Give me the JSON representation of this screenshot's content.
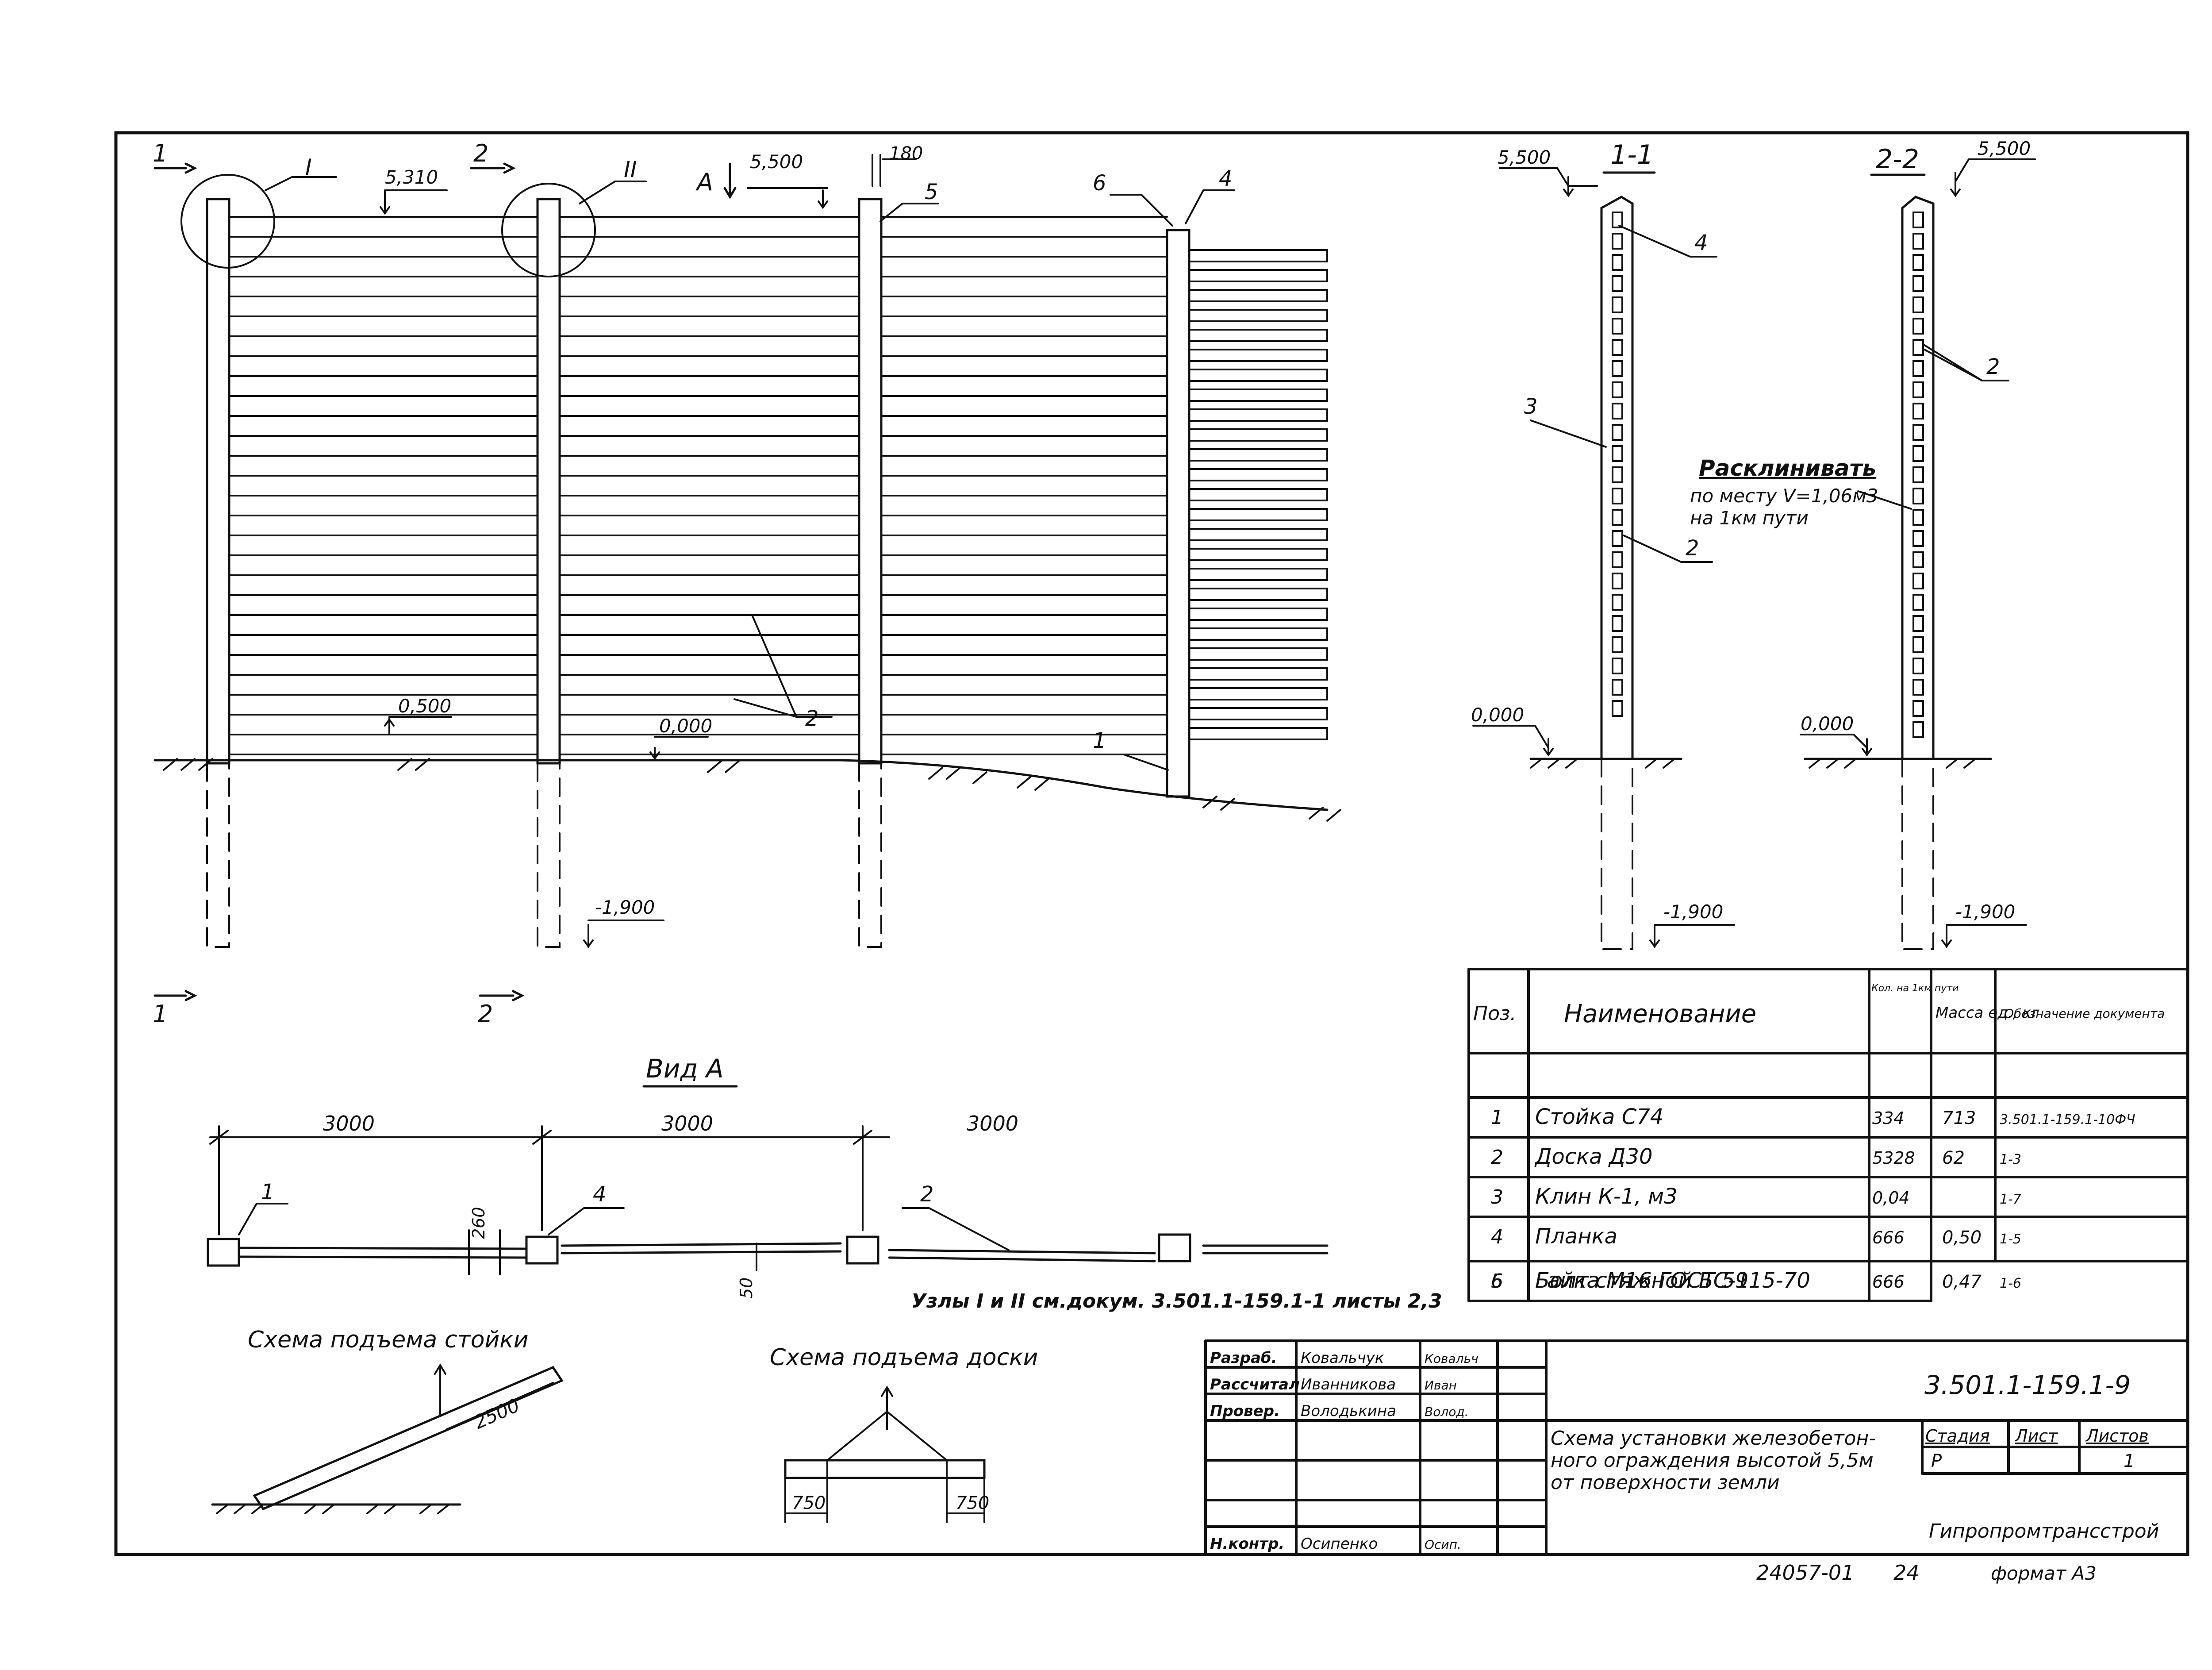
{
  "elevation": {
    "section_1_mark": "1",
    "section_2_mark": "2",
    "node_1_mark": "I",
    "node_2_mark": "II",
    "view_a_mark": "А",
    "level_5310": "5,310",
    "level_5500": "5,500",
    "dim_180": "180",
    "level_0500": "0,500",
    "level_0000": "0,000",
    "level_minus_1900": "-1,900",
    "callouts": [
      "2",
      "5",
      "6",
      "4",
      "1"
    ]
  },
  "section_1_1": {
    "title": "1-1",
    "level_top": "5,500",
    "level_ground": "0,000",
    "level_bottom": "-1,900",
    "callout_4": "4",
    "callout_3": "3",
    "callout_2": "2"
  },
  "section_2_2": {
    "title": "2-2",
    "level_top": "5,500",
    "level_ground": "0,000",
    "level_bottom": "-1,900",
    "callout_2": "2"
  },
  "wedge_note": {
    "title": "Расклинивать",
    "line1": "по месту V=1,06м3",
    "line2": "на 1км пути"
  },
  "view_a": {
    "title": "Вид А",
    "dims": [
      "3000",
      "3000",
      "3000"
    ],
    "dim_260": "260",
    "dim_50": "50",
    "callout_1": "1",
    "callout_4": "4",
    "callout_2": "2",
    "nodes_note": "Узлы I и II см.докум. 3.501.1-159.1-1 листы 2,3"
  },
  "lift_post": {
    "title": "Схема подъема стойки",
    "dim": "2500"
  },
  "lift_board": {
    "title": "Схема подъема доски",
    "dim_left": "750",
    "dim_right": "750"
  },
  "spec_table": {
    "headers": [
      "Поз.",
      "Наименование",
      "Кол. на 1км пути",
      "Масса ед., кг",
      "Обозначение документа"
    ],
    "rows": [
      [
        "1",
        "Стойка С74",
        "334",
        "713",
        "3.501.1-159.1-10ФЧ"
      ],
      [
        "2",
        "Доска Д30",
        "5328",
        "62",
        "1-3"
      ],
      [
        "3",
        "Клин К-1, м3",
        "0,04",
        "",
        "1-7"
      ],
      [
        "4",
        "Планка",
        "666",
        "0,50",
        "1-5"
      ],
      [
        "5",
        "Болт стяжной БС-1",
        "666",
        "0,47",
        "1-6"
      ],
      [
        "6",
        "Гайка М16 ГОСТ 5915-70",
        "666",
        "",
        ""
      ]
    ]
  },
  "title_block": {
    "roles": [
      "Разраб.",
      "Рассчитал",
      "Провер.",
      "",
      "",
      "",
      "Н.контр."
    ],
    "names": [
      "Ковальчук",
      "Иванникова",
      "Володькина",
      "",
      "",
      "",
      "Осипенко"
    ],
    "signatures": [
      "Ковальч",
      "Иван",
      "Волод.",
      "",
      "",
      "",
      "Осип."
    ],
    "doc_code": "3.501.1-159.1-9",
    "title_line1": "Схема установки железобетон-",
    "title_line2": "ного ограждения высотой 5,5м",
    "title_line3": "от поверхности земли",
    "stage_header": "Стадия",
    "sheet_header": "Лист",
    "sheets_header": "Листов",
    "stage": "Р",
    "sheet": "",
    "sheets": "1",
    "org": "Гипропромтрансстрой"
  },
  "footer": {
    "inventory": "24057-01",
    "page": "24",
    "format": "формат А3"
  }
}
